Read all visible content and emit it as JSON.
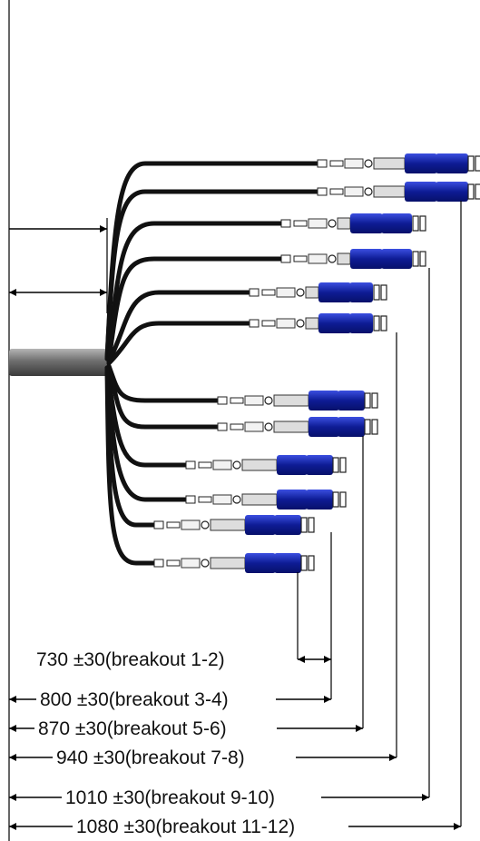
{
  "dimensions": [
    {
      "label": "730 ±30(breakout 1-2)"
    },
    {
      "label": "800 ±30(breakout 3-4)"
    },
    {
      "label": "870 ±30(breakout 5-6)"
    },
    {
      "label": "940 ±30(breakout 7-8)"
    },
    {
      "label": "1010 ±30(breakout 9-10)"
    },
    {
      "label": "1080 ±30(breakout 11-12)"
    }
  ],
  "colors": {
    "wire": "#111111",
    "connector_boot": "#0b1a8c",
    "connector_highlight": "#2a3dd6",
    "trunk_cable": "#8a8a8a"
  }
}
